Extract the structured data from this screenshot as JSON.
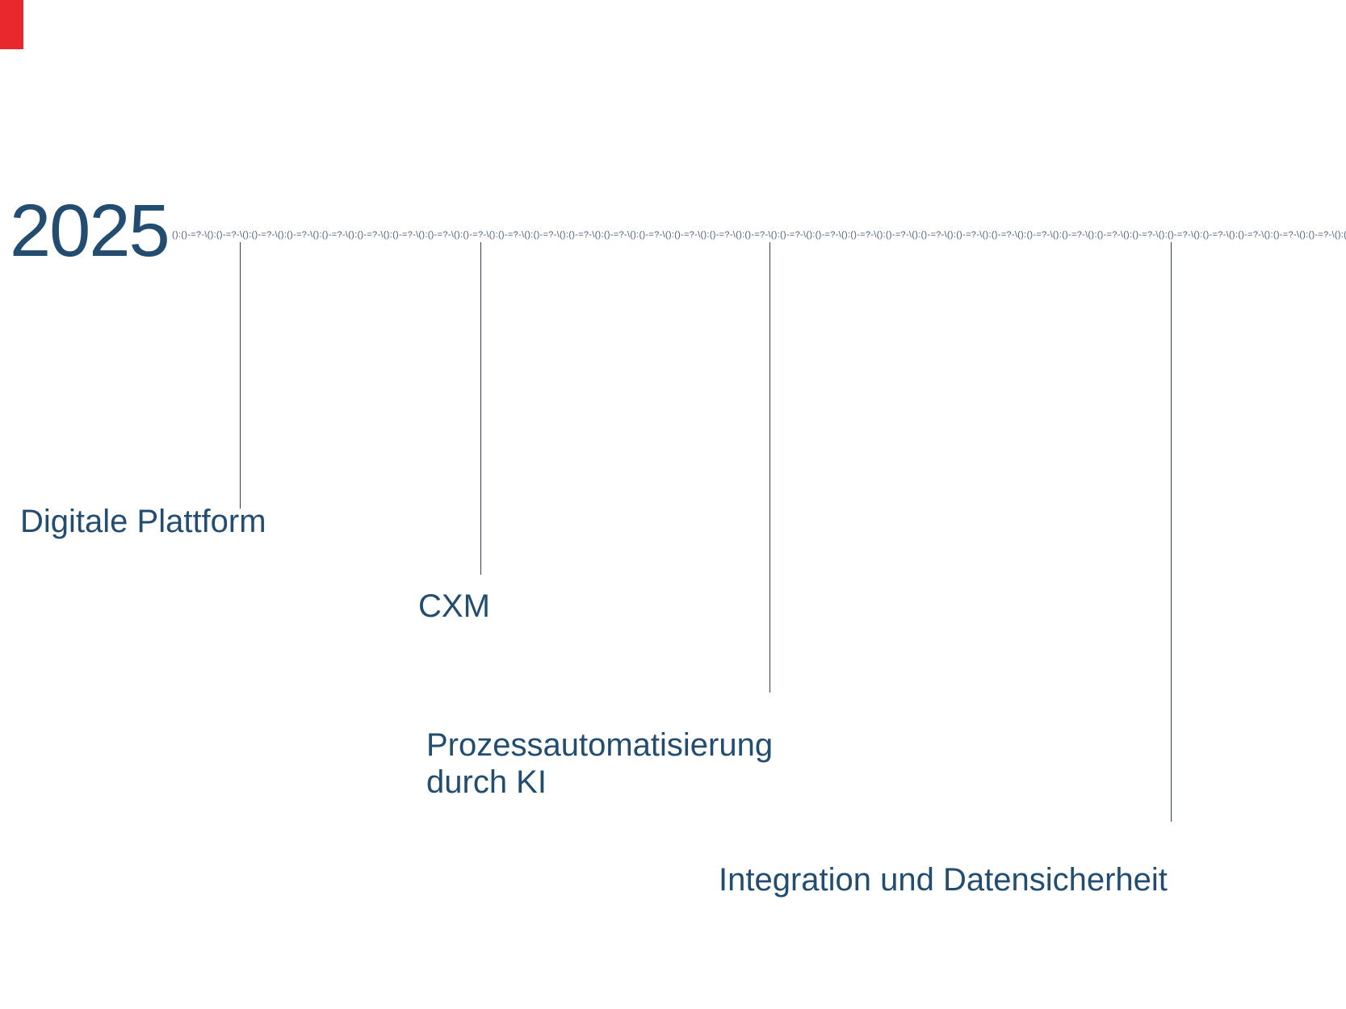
{
  "slide": {
    "title_year": "2025",
    "colors": {
      "accent_red": "#e8282d",
      "text": "#224d71",
      "line": "#2e4150",
      "pattern": "#4a5d73"
    },
    "timeline": {
      "pattern_unit": "():()-=?-\\",
      "pattern_repeat": 44,
      "items": [
        {
          "label": "Digitale Plattform"
        },
        {
          "label": "CXM"
        },
        {
          "label": "Prozessautomatisierung durch KI"
        },
        {
          "label": "Integration und Datensicherheit"
        }
      ]
    }
  }
}
